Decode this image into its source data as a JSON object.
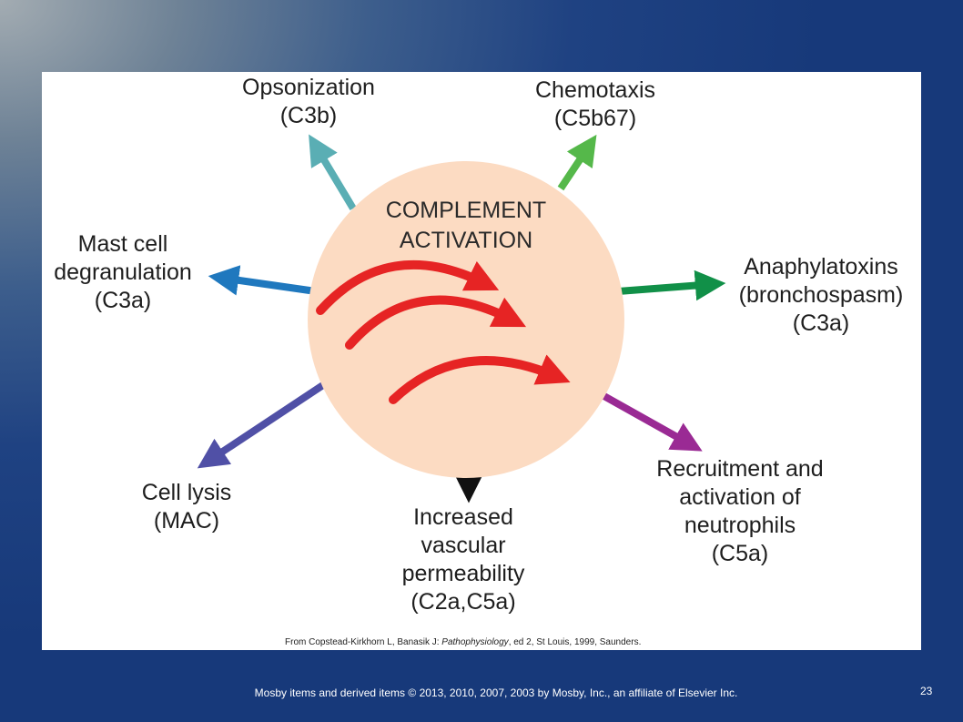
{
  "diagram": {
    "center": {
      "line1": "COMPLEMENT",
      "line2": "ACTIVATION"
    },
    "effects": {
      "opsonization": {
        "line1": "Opsonization",
        "line2": "(C3b)",
        "color": "#5aaeb4"
      },
      "chemotaxis": {
        "line1": "Chemotaxis",
        "line2": "(C5b67)",
        "color": "#55b84a"
      },
      "anaphylatoxins": {
        "line1": "Anaphylatoxins",
        "line2": "(bronchospasm)",
        "line3": "(C3a)",
        "color": "#119048"
      },
      "neutrophils": {
        "line1": "Recruitment and",
        "line2": "activation of",
        "line3": "neutrophils",
        "line4": "(C5a)",
        "color": "#9a2a94"
      },
      "permeability": {
        "line1": "Increased",
        "line2": "vascular",
        "line3": "permeability",
        "line4": "(C2a,C5a)",
        "color": "#111111"
      },
      "cell_lysis": {
        "line1": "Cell lysis",
        "line2": "(MAC)",
        "color": "#5050a6"
      },
      "mast_cell": {
        "line1": "Mast cell",
        "line2": "degranulation",
        "line3": "(C3a)",
        "color": "#1f78be"
      }
    },
    "circle_fill": "#fcdbc2",
    "inner_arrow_color": "#e62424",
    "citation": {
      "prefix": "From Copstead-Kirkhorn L, Banasik J: ",
      "book": "Pathophysiology",
      "suffix": ", ed 2, St Louis, 1999, Saunders."
    }
  },
  "footer": {
    "copyright": "Mosby items and derived items © 2013, 2010, 2007, 2003 by Mosby, Inc., an affiliate of Elsevier Inc.",
    "page_number": "23"
  }
}
